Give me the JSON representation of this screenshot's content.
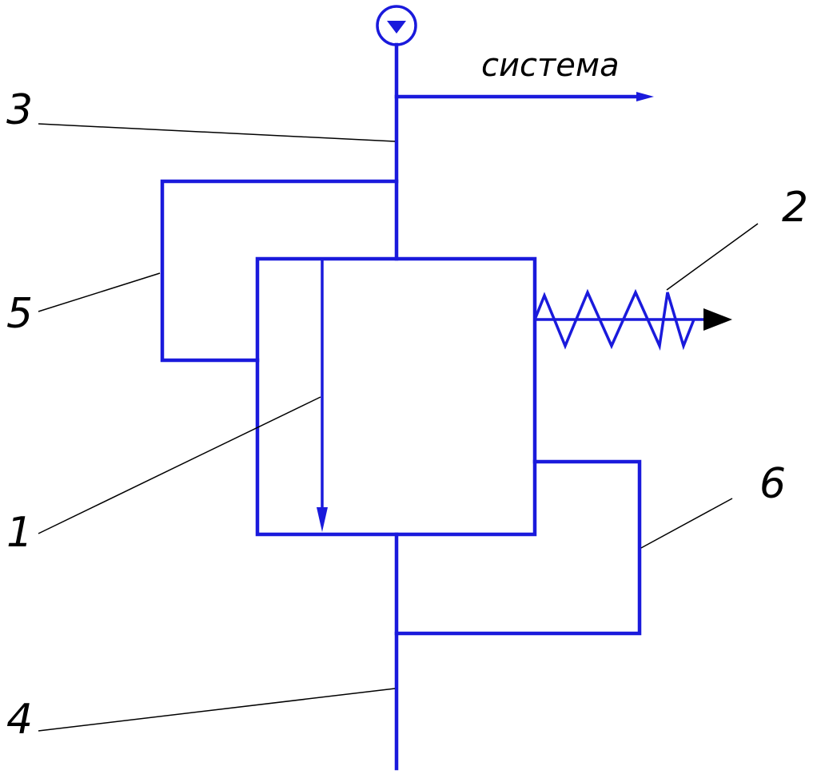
{
  "diagram": {
    "flow_label": "система",
    "labels": {
      "port_outer": "3",
      "spring": "2",
      "pilot_upper": "5",
      "valve_body": "1",
      "pilot_lower": "6",
      "port_inner": "4"
    },
    "colors": {
      "lines": "#1a1adc",
      "leaders": "#000000",
      "background": "#ffffff"
    }
  }
}
